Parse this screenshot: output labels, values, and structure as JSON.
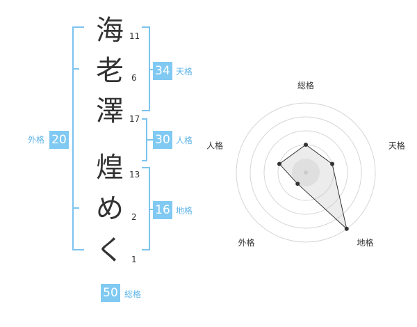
{
  "name": {
    "chars": [
      {
        "char": "海",
        "strokes": "11"
      },
      {
        "char": "老",
        "strokes": "6"
      },
      {
        "char": "澤",
        "strokes": "17"
      },
      {
        "char": "煌",
        "strokes": "13"
      },
      {
        "char": "め",
        "strokes": "2"
      },
      {
        "char": "く",
        "strokes": "1"
      }
    ]
  },
  "kakusu": {
    "tenkaku": {
      "value": "34",
      "label": "天格"
    },
    "jinkaku": {
      "value": "30",
      "label": "人格"
    },
    "chikaku": {
      "value": "16",
      "label": "地格"
    },
    "gaikaku": {
      "value": "20",
      "label": "外格"
    },
    "soukaku": {
      "value": "50",
      "label": "総格"
    }
  },
  "colors": {
    "bracket": "#7cc3ee",
    "badge_bg": "#80c9f2",
    "badge_label": "#5db4e8",
    "text": "#333333"
  },
  "chart_data": {
    "type": "radar",
    "axes": [
      "総格",
      "天格",
      "地格",
      "外格",
      "人格"
    ],
    "values": [
      2,
      2,
      5,
      1,
      2
    ],
    "range": [
      0,
      5
    ],
    "rings": 5
  }
}
